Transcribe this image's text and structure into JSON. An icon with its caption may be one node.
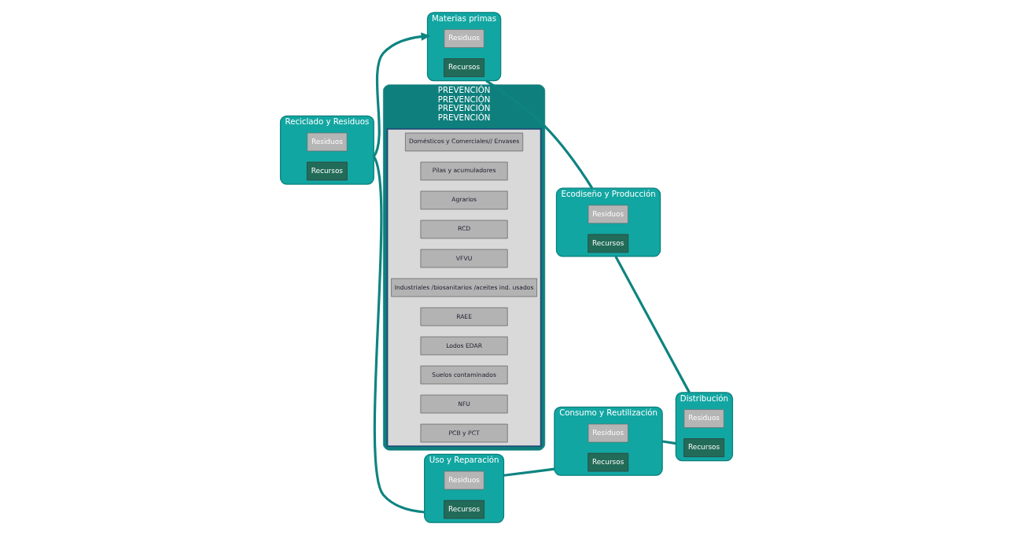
{
  "diagram": {
    "nodes": [
      {
        "text": [
          "Materias primas"
        ]
      },
      {
        "text": [
          "Residuos"
        ],
        "in": 0
      },
      {
        "text": [
          "Recursos"
        ],
        "in": 0
      },
      {
        "text": [
          "Ecodiseño y Producción"
        ]
      },
      {
        "text": [
          "Residuos"
        ],
        "in": 3
      },
      {
        "text": [
          "Recursos"
        ],
        "in": 3
      },
      {
        "text": [
          "Reciclado y Residuos"
        ]
      },
      {
        "text": [
          "Residuos"
        ],
        "in": 6
      },
      {
        "text": [
          "Recursos"
        ],
        "in": 6
      },
      {
        "text": [
          "Distribución"
        ]
      },
      {
        "text": [
          "Residuos"
        ],
        "in": 9
      },
      {
        "text": [
          "Recursos"
        ],
        "in": 9
      },
      {
        "text": [
          "PREVENCIÓN",
          "PREVENCIÓN",
          "PREVENCIÓN",
          "PREVENCIÓN"
        ]
      },
      {
        "text": [],
        "shape": "box",
        "in": 12
      },
      {
        "text": [
          "Domésticos y Comerciales// Envases"
        ],
        "in": 13
      },
      {
        "text": [
          "Pilas y acumuladores"
        ],
        "in": 13
      },
      {
        "text": [
          "Agrarios"
        ],
        "in": 13
      },
      {
        "text": [
          "RCD"
        ],
        "in": 13
      },
      {
        "text": [
          "VFVU"
        ],
        "in": 13
      },
      {
        "text": [
          "Industriales /biosanitarios /aceites ind. usados"
        ],
        "in": 13
      },
      {
        "text": [
          "RAEE"
        ],
        "in": 13
      },
      {
        "text": [
          "Lodos EDAR"
        ],
        "in": 13
      },
      {
        "text": [
          "Suelos contaminados"
        ],
        "in": 13
      },
      {
        "text": [
          "NFU"
        ],
        "in": 13
      },
      {
        "text": [
          "PCB y PCT"
        ],
        "in": 13
      },
      {
        "text": [
          "Uso y Reparación"
        ]
      },
      {
        "text": [
          "Residuos"
        ],
        "in": 25
      },
      {
        "text": [
          "Recursos"
        ],
        "in": 25
      },
      {
        "text": [
          "Consumo y Reutilización"
        ]
      },
      {
        "text": [
          "Residuos"
        ],
        "in": 28
      },
      {
        "text": [
          "Recursos"
        ],
        "in": 28
      }
    ],
    "edges": [
      {
        "from": 0,
        "to": 3,
        "arrow": "none"
      },
      {
        "from": 3,
        "to": 9,
        "arrow": "none"
      },
      {
        "from": 9,
        "to": 28,
        "arrow": "none"
      },
      {
        "from": 28,
        "to": 25,
        "arrow": "none"
      },
      {
        "from": 25,
        "to": 6,
        "arrow": "none"
      },
      {
        "from": 6,
        "to": 0,
        "arrow": "to"
      }
    ]
  }
}
